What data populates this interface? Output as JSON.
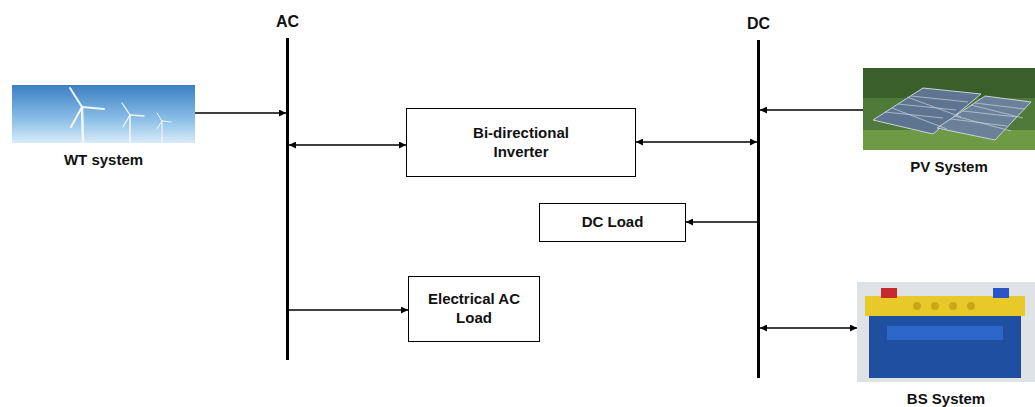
{
  "diagram": {
    "nodes": [
      {
        "text": [
          "AC"
        ]
      },
      {
        "text": [
          "DC"
        ]
      },
      {
        "text": [
          "WT system"
        ]
      },
      {
        "text": [
          "Bi-directional Inverter"
        ]
      },
      {
        "text": [
          "PV System"
        ]
      },
      {
        "text": [
          "DC Load"
        ]
      },
      {
        "text": [
          "Electrical AC Load"
        ]
      },
      {
        "text": [
          "BS System"
        ]
      }
    ],
    "edges": [
      {
        "from": 2,
        "to": 0,
        "arrow": "to"
      },
      {
        "from": 0,
        "to": 3,
        "arrow": "both"
      },
      {
        "from": 3,
        "to": 1,
        "arrow": "both"
      },
      {
        "from": 4,
        "to": 1,
        "arrow": "to"
      },
      {
        "from": 1,
        "to": 5,
        "arrow": "to"
      },
      {
        "from": 0,
        "to": 6,
        "arrow": "to"
      },
      {
        "from": 1,
        "to": 7,
        "arrow": "both"
      }
    ]
  }
}
